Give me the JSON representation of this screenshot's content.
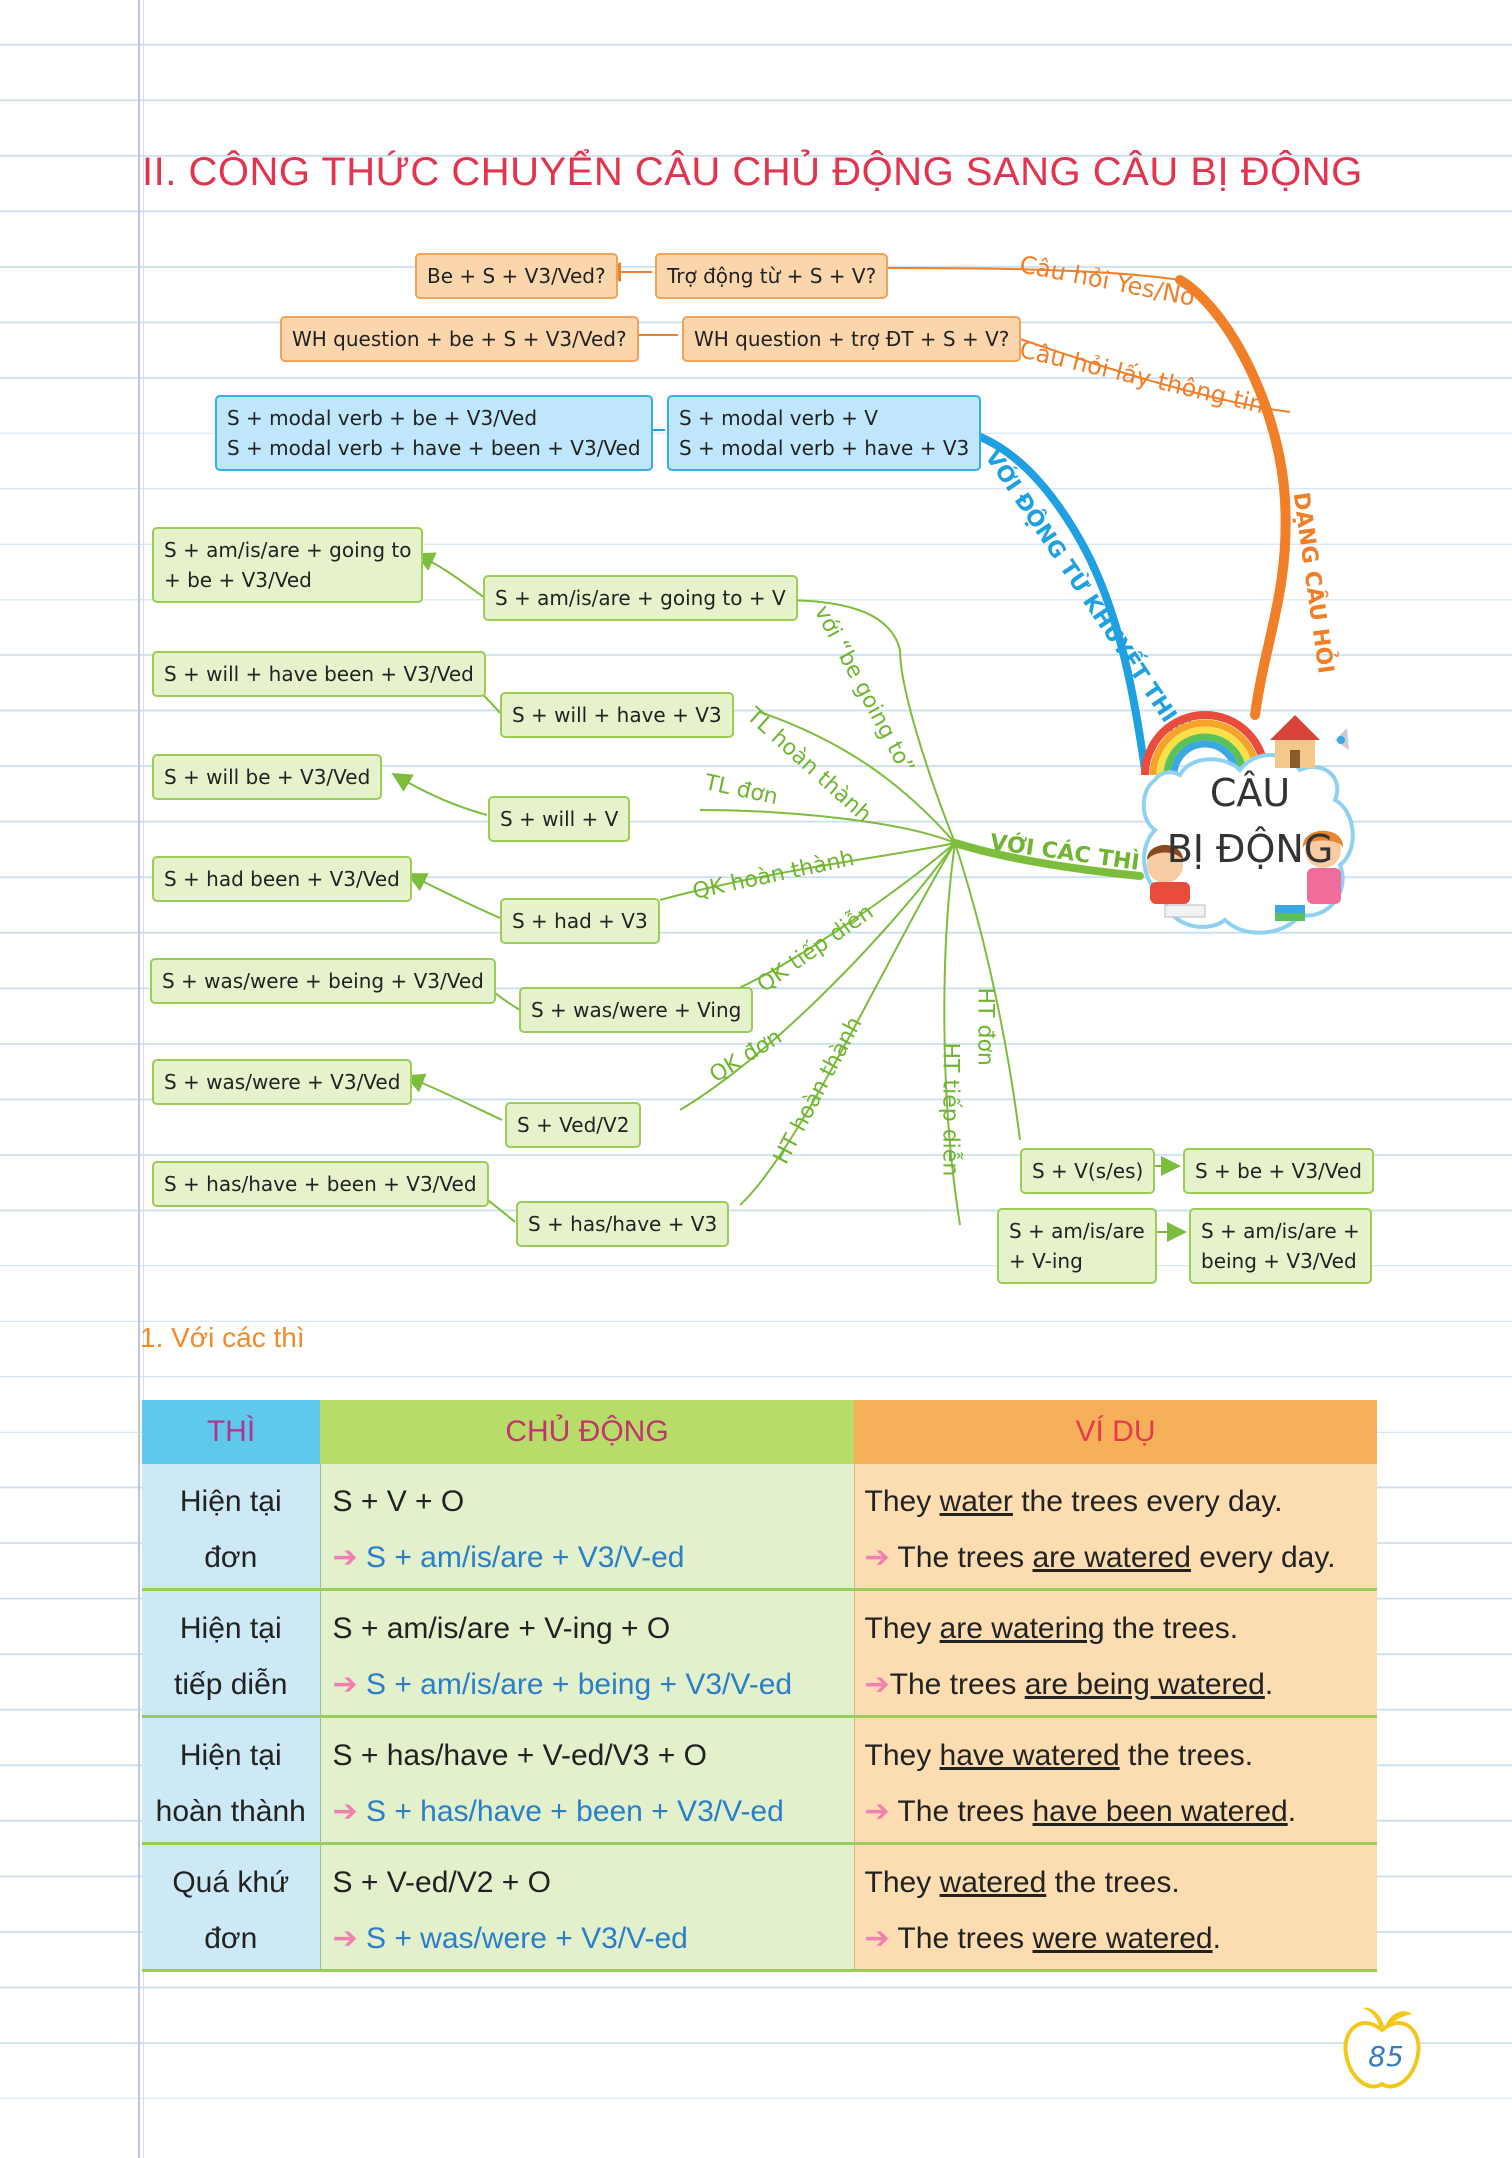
{
  "title": "II. CÔNG THỨC CHUYỂN CÂU CHỦ ĐỘNG SANG CÂU BỊ ĐỘNG",
  "colors": {
    "orange": "#f07f28",
    "blue": "#1fa0e0",
    "green": "#7dbd3c",
    "title": "#e4334e"
  },
  "mindmap": {
    "center": {
      "line1": "CÂU",
      "line2": "BỊ ĐỘNG"
    },
    "branches": {
      "yes_no": "Câu hỏi Yes/No",
      "wh": "Câu hỏi lấy thông tin",
      "question_form": "DẠNG CÂU HỎI",
      "modal": "VỚI ĐỘNG TỪ KHUYẾT THIẾU",
      "tenses": "VỚI CÁC THÌ",
      "be_going_to": "với “be going to”",
      "future_perfect": "TL hoàn thành",
      "future_simple": "TL đơn",
      "past_perfect": "QK hoàn thành",
      "past_continuous": "QK tiếp diễn",
      "past_simple": "QK đơn",
      "present_perfect": "HT hoàn thành",
      "present_continuous": "HT tiếp diễn",
      "present_simple": "HT đơn"
    },
    "boxes": {
      "yn_active": "Trợ động từ + S + V?",
      "yn_passive": "Be + S + V3/Ved?",
      "wh_active": "WH question + trợ ĐT + S + V?",
      "wh_passive": "WH question + be + S + V3/Ved?",
      "modal_active_1": "S + modal verb + V",
      "modal_active_2": "S + modal verb + have + V3",
      "modal_passive_1": "S + modal verb + be + V3/Ved",
      "modal_passive_2": "S + modal verb + have + been + V3/Ved",
      "bgt_active": "S + am/is/are + going to + V",
      "bgt_passive_1": "S + am/is/are + going to",
      "bgt_passive_2": "+ be + V3/Ved",
      "fp_active": "S + will + have + V3",
      "fp_passive": "S + will + have been + V3/Ved",
      "fs_active": "S + will + V",
      "fs_passive": "S + will be + V3/Ved",
      "pp_active": "S + had + V3",
      "pp_passive": "S + had been + V3/Ved",
      "pc_active": "S + was/were + Ving",
      "pc_passive": "S + was/were + being + V3/Ved",
      "ps_active": "S + Ved/V2",
      "ps_passive": "S + was/were + V3/Ved",
      "prp_active": "S + has/have + V3",
      "prp_passive": "S + has/have + been + V3/Ved",
      "prs_active": "S + V(s/es)",
      "prs_passive": "S + be + V3/Ved",
      "prc_active_1": "S + am/is/are",
      "prc_active_2": "+ V-ing",
      "prc_passive_1": "S + am/is/are +",
      "prc_passive_2": "being + V3/Ved"
    }
  },
  "section1": "1. Với các thì",
  "table": {
    "headers": [
      "THÌ",
      "CHỦ ĐỘNG",
      "VÍ DỤ"
    ],
    "rows": [
      {
        "tense_1": "Hiện tại",
        "tense_2": "đơn",
        "active": "S + V + O",
        "arrow": "➔",
        "passive": "S + am/is/are + V3/V-ed",
        "ex1_pre": "They ",
        "ex1_ul": "water",
        "ex1_post": " the trees every day.",
        "ex2_pre": " The trees ",
        "ex2_ul": "are watered",
        "ex2_post": " every day."
      },
      {
        "tense_1": "Hiện tại",
        "tense_2": "tiếp diễn",
        "active": "S + am/is/are + V-ing + O",
        "arrow": "➔",
        "passive": "S + am/is/are + being + V3/V-ed",
        "ex1_pre": "They ",
        "ex1_ul": "are watering",
        "ex1_post": " the trees.",
        "ex2_pre": "The trees ",
        "ex2_ul": "are being watered",
        "ex2_post": "."
      },
      {
        "tense_1": "Hiện tại",
        "tense_2": "hoàn thành",
        "active": "S + has/have + V-ed/V3 + O",
        "arrow": "➔",
        "passive": "S + has/have + been + V3/V-ed",
        "ex1_pre": "They ",
        "ex1_ul": "have watered",
        "ex1_post": " the trees.",
        "ex2_pre": " The trees ",
        "ex2_ul": "have been watered",
        "ex2_post": "."
      },
      {
        "tense_1": "Quá khứ",
        "tense_2": "đơn",
        "active": "S + V-ed/V2 + O",
        "arrow": "➔",
        "passive": "S + was/were + V3/V-ed",
        "ex1_pre": "They ",
        "ex1_ul": "watered",
        "ex1_post": " the trees.",
        "ex2_pre": " The trees ",
        "ex2_ul": "were watered",
        "ex2_post": "."
      }
    ]
  },
  "page_number": "85"
}
